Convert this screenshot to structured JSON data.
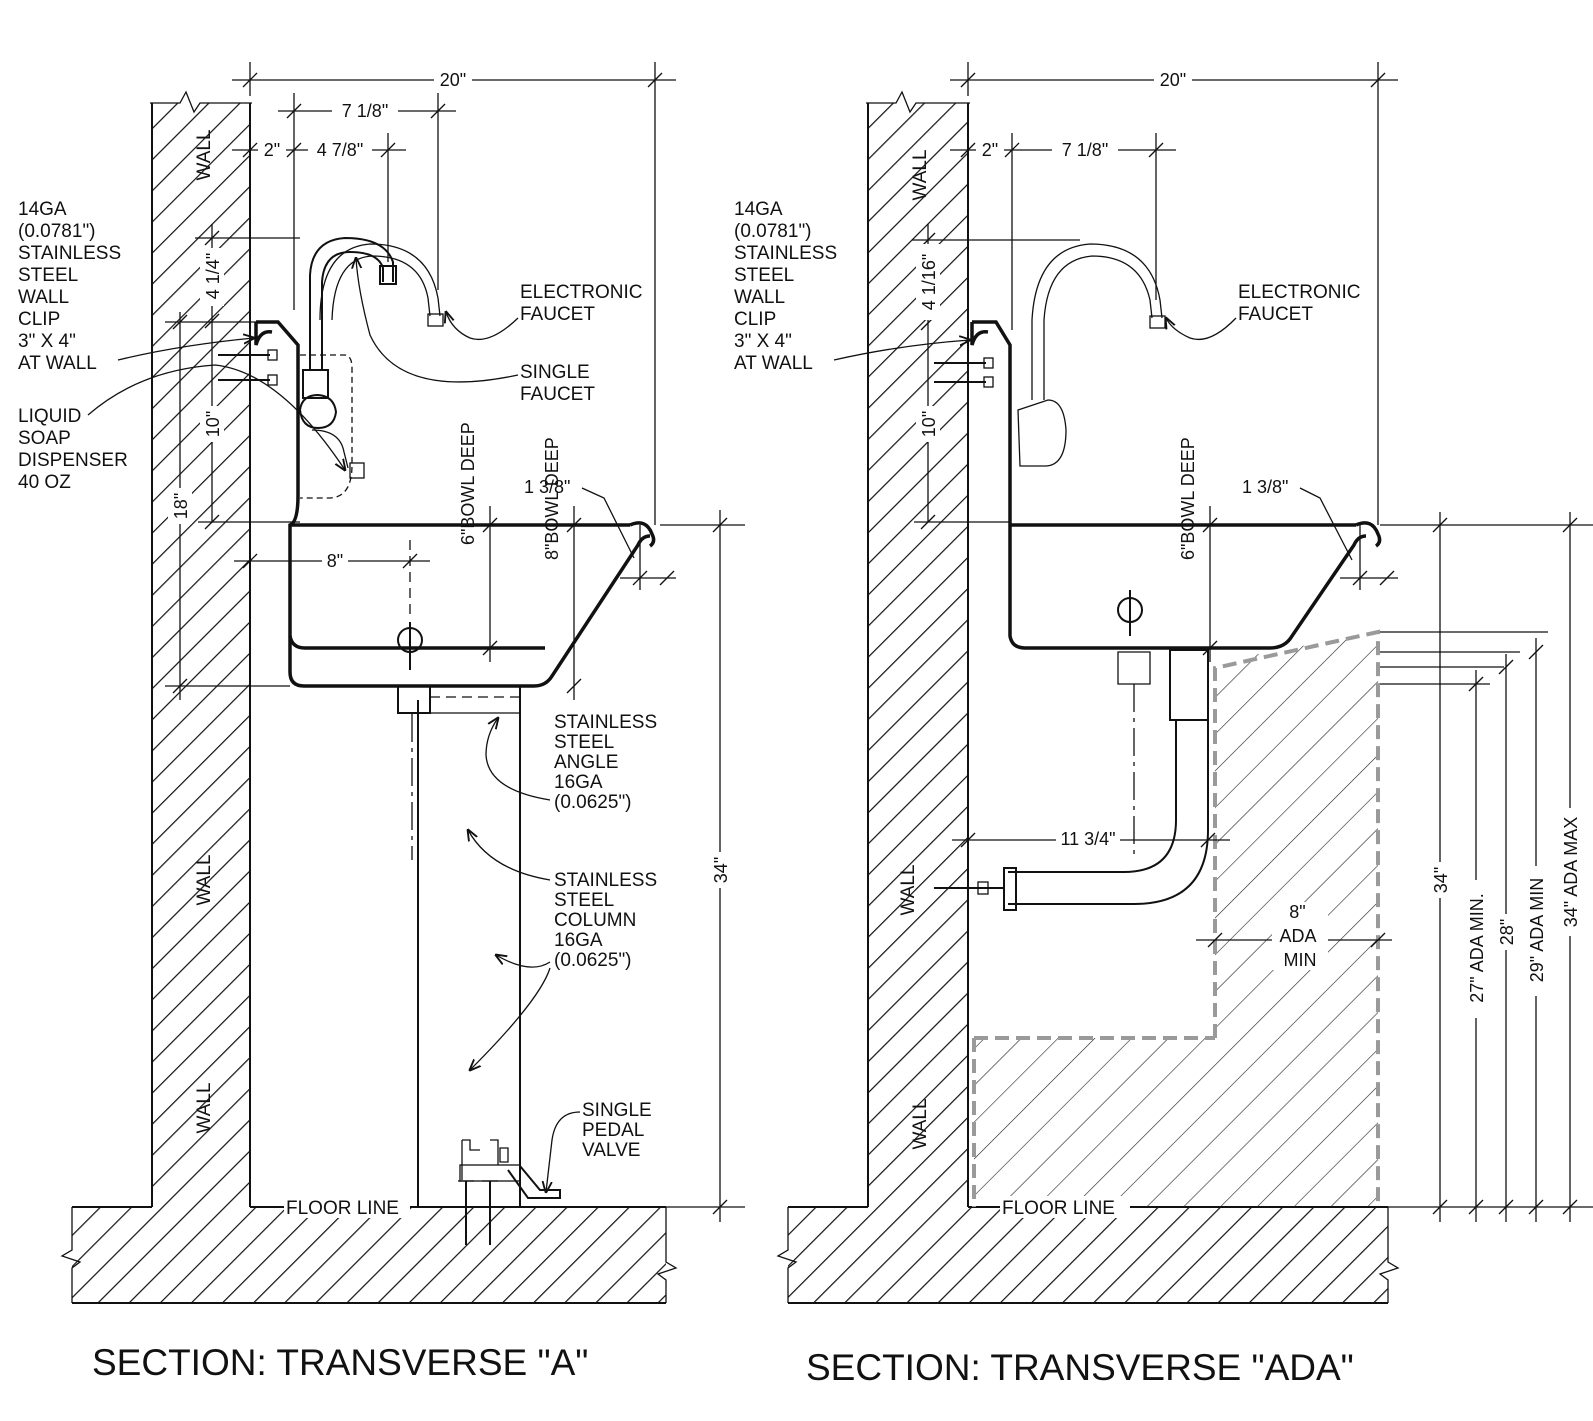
{
  "sections": [
    {
      "id": "A",
      "title": "SECTION: TRANSVERSE \"A\"",
      "dimensions": {
        "overall_width": "20\"",
        "faucet_reach": "7 1/8\"",
        "wall_offset": "2\"",
        "spout_offset": "4 7/8\"",
        "clip_height": "4 1/4\"",
        "clip_to_rim": "10\"",
        "backsplash_height": "18\"",
        "rim_depth": "1 3/8\"",
        "centerline_offset": "8\"",
        "bowl_6": "6\"BOWL DEEP",
        "bowl_8": "8\"BOWL DEEP",
        "rim_height": "34\""
      },
      "labels": {
        "wall_top": "WALL",
        "wall_mid": "WALL",
        "wall_low": "WALL",
        "clip": [
          "14GA",
          "(0.0781\")",
          "STAINLESS",
          "STEEL",
          "WALL",
          "CLIP",
          "3\" X 4\"",
          "AT WALL"
        ],
        "soap": [
          "LIQUID",
          "SOAP",
          "DISPENSER",
          "40 OZ"
        ],
        "electronic_faucet": [
          "ELECTRONIC",
          "FAUCET"
        ],
        "single_faucet": [
          "SINGLE",
          "FAUCET"
        ],
        "angle": [
          "STAINLESS",
          "STEEL",
          "ANGLE",
          "16GA",
          "(0.0625\")"
        ],
        "column": [
          "STAINLESS",
          "STEEL",
          "COLUMN",
          "16GA",
          "(0.0625\")"
        ],
        "pedal": [
          "SINGLE",
          "PEDAL",
          "VALVE"
        ],
        "floor": "FLOOR LINE"
      }
    },
    {
      "id": "ADA",
      "title": "SECTION: TRANSVERSE \"ADA\"",
      "dimensions": {
        "overall_width": "20\"",
        "wall_offset": "2\"",
        "faucet_reach": "7 1/8\"",
        "clip_height": "4 1/16\"",
        "clip_to_rim": "10\"",
        "rim_depth": "1 3/8\"",
        "bowl_6": "6\"BOWL DEEP",
        "drain_offset": "11 3/4\"",
        "knee_depth": [
          "8\"",
          "ADA",
          "MIN"
        ],
        "rim_height": "34\"",
        "ada_27": "27\" ADA MIN.",
        "ada_28": "28\"",
        "ada_29": "29\" ADA MIN",
        "ada_34": "34\" ADA MAX"
      },
      "labels": {
        "wall_top": "WALL",
        "wall_mid": "WALL",
        "wall_low": "WALL",
        "clip": [
          "14GA",
          "(0.0781\")",
          "STAINLESS",
          "STEEL",
          "WALL",
          "CLIP",
          "3\" X 4\"",
          "AT WALL"
        ],
        "electronic_faucet": [
          "ELECTRONIC",
          "FAUCET"
        ],
        "floor": "FLOOR LINE"
      }
    }
  ]
}
